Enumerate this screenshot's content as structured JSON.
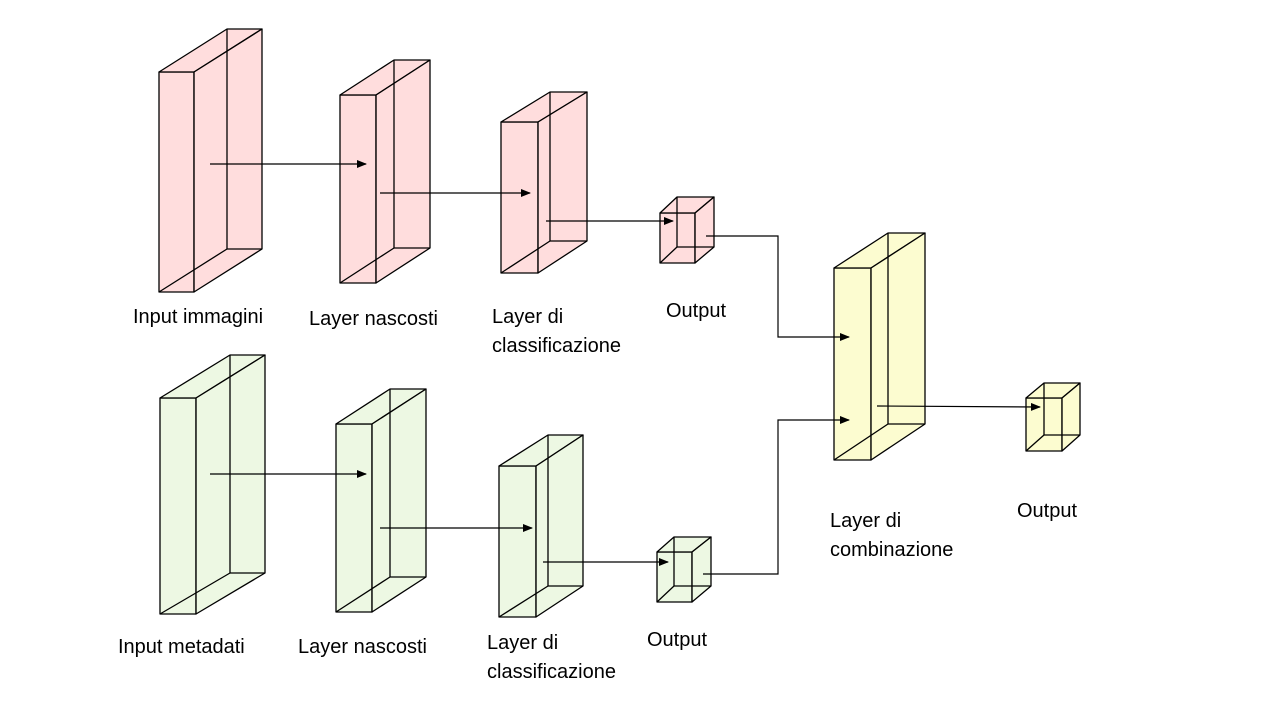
{
  "colors": {
    "image_branch": "#ffc7c7",
    "metadata_branch": "#e6f5d7",
    "combination": "#fbfbc4",
    "stroke": "#000000"
  },
  "top_branch": {
    "input_label": "Input immagini",
    "hidden_label": "Layer nascosti",
    "class_label_line1": "Layer di",
    "class_label_line2": "classificazione",
    "output_label": "Output"
  },
  "bottom_branch": {
    "input_label": "Input metadati",
    "hidden_label": "Layer nascosti",
    "class_label_line1": "Layer di",
    "class_label_line2": "classificazione",
    "output_label": "Output"
  },
  "combination": {
    "label_line1": "Layer di",
    "label_line2": "combinazione"
  },
  "final_output": {
    "label": "Output"
  }
}
